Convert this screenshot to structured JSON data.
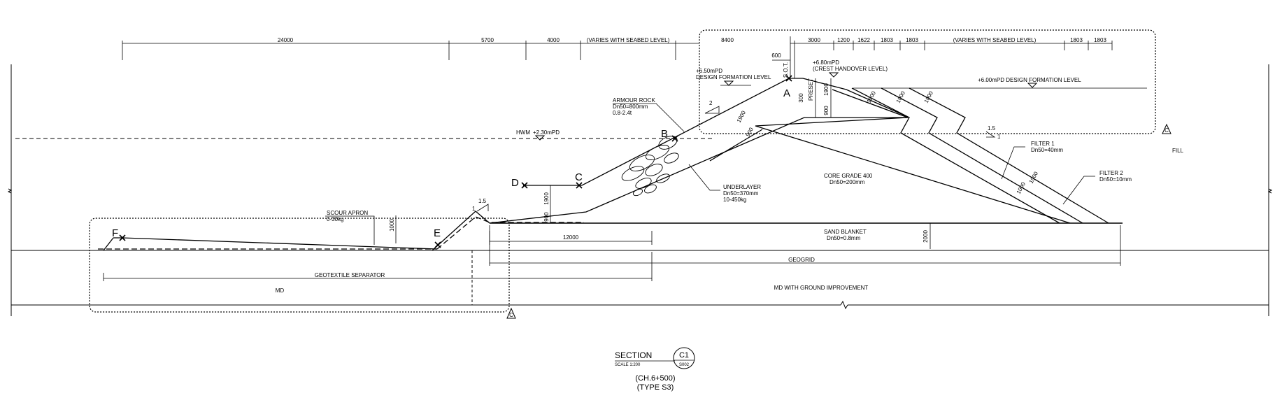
{
  "top_dimensions": {
    "d_24000": "24000",
    "d_5700": "5700",
    "d_4000": "4000",
    "d_varies_left": "(VARIES WITH SEABED LEVEL)",
    "d_8400": "8400",
    "d_3000": "3000",
    "d_1200": "1200",
    "d_1622": "1622",
    "d_1803_a": "1803",
    "d_1803_b": "1803",
    "d_varies_right": "(VARIES WITH SEABED LEVEL)",
    "d_1803_c": "1803",
    "d_1803_d": "1803",
    "d_600": "600"
  },
  "levels": {
    "design_left_value": "+6.50mPD",
    "design_left_label": "DESIGN  FORMATION  LEVEL",
    "crest_value": "+6.80mPD",
    "crest_label": "(CREST  HANDOVER  LEVEL)",
    "design_right": "+6.00mPD  DESIGN  FORMATION  LEVEL",
    "hwm_label": "HWM",
    "hwm_value": "+2.30mPD"
  },
  "points": {
    "a": "A",
    "b": "B",
    "c": "C",
    "d": "D",
    "e": "E",
    "f": "F"
  },
  "labels": {
    "armour_title": "ARMOUR  ROCK",
    "armour_dn": "Dn50=800mm",
    "armour_mass": "0.8-2.4t",
    "underlayer_title": "UNDERLAYER",
    "underlayer_dn": "Dn50=370mm",
    "underlayer_mass": "10-450kg",
    "core_title": "CORE  GRADE  400",
    "core_dn": "Dn50=200mm",
    "filter1_title": "FILTER  1",
    "filter1_dn": "Dn50=40mm",
    "filter2_title": "FILTER  2",
    "filter2_dn": "Dn50=10mm",
    "fill": "FILL",
    "scour_title": "SCOUR  APRON",
    "scour_mass": "0-30kg",
    "sand_title": "SAND  BLANKET",
    "sand_dn": "Dn50=0.8mm",
    "geogrid": "GEOGRID",
    "geotextile": "GEOTEXTILE  SEPARATOR",
    "md": "MD",
    "md_ground": "MD  WITH  GROUND  IMPROVEMENT",
    "sot": "S.O.T.",
    "preset": "PRESET",
    "slope_2": "2",
    "slope_15_left": "1.5",
    "slope_1_left": "1",
    "slope_15_right": "1.5",
    "slope_1_right": "1",
    "rev_c_top": "C",
    "rev_c_bottom": "C"
  },
  "inner_dimensions": {
    "v300": "300",
    "v1900_crest": "1900",
    "v900_crest": "900",
    "armour_thk": "1900",
    "underlayer_thk": "900",
    "v1900_d": "1900",
    "v900_d": "900",
    "v1000_scour": "1000",
    "h12000": "12000",
    "v2000_sand": "2000",
    "filter_a": "1900",
    "filter_b": "1000",
    "filter_c": "1000",
    "filter_d": "1000",
    "filter_e": "1000"
  },
  "title_block": {
    "section": "SECTION",
    "scale": "SCALE  1:200",
    "section_id": "C1",
    "drawing_ref": "S002",
    "chainage": "(CH.6+500)",
    "type": "(TYPE  S3)"
  }
}
